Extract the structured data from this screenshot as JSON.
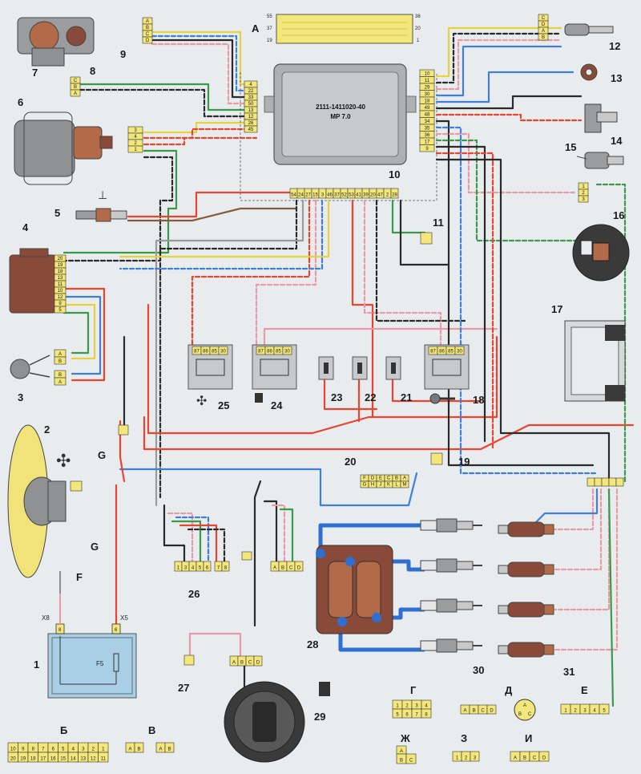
{
  "components": [
    {
      "id": "n1",
      "text": "1"
    },
    {
      "id": "n2",
      "text": "2"
    },
    {
      "id": "n3",
      "text": "3"
    },
    {
      "id": "n4",
      "text": "4"
    },
    {
      "id": "n5",
      "text": "5"
    },
    {
      "id": "n6",
      "text": "6"
    },
    {
      "id": "n7",
      "text": "7"
    },
    {
      "id": "n8",
      "text": "8"
    },
    {
      "id": "n9",
      "text": "9"
    },
    {
      "id": "n10",
      "text": "10"
    },
    {
      "id": "n11",
      "text": "11"
    },
    {
      "id": "n12",
      "text": "12"
    },
    {
      "id": "n13",
      "text": "13"
    },
    {
      "id": "n14",
      "text": "14"
    },
    {
      "id": "n15",
      "text": "15"
    },
    {
      "id": "n16",
      "text": "16"
    },
    {
      "id": "n17",
      "text": "17"
    },
    {
      "id": "n18",
      "text": "18"
    },
    {
      "id": "n19",
      "text": "19"
    },
    {
      "id": "n20",
      "text": "20"
    },
    {
      "id": "n21",
      "text": "21"
    },
    {
      "id": "n22",
      "text": "22"
    },
    {
      "id": "n23",
      "text": "23"
    },
    {
      "id": "n24",
      "text": "24"
    },
    {
      "id": "n25",
      "text": "25"
    },
    {
      "id": "n26",
      "text": "26"
    },
    {
      "id": "n27",
      "text": "27"
    },
    {
      "id": "n28",
      "text": "28"
    },
    {
      "id": "n29",
      "text": "29"
    },
    {
      "id": "n30",
      "text": "30"
    },
    {
      "id": "n31",
      "text": "31"
    }
  ],
  "ecu": {
    "part_number": "2111-1411020-40",
    "model": "MP 7.0",
    "connector_letter": "А",
    "pin_55": "55",
    "pin_37": "37",
    "pin_19": "19",
    "pin_38": "38",
    "pin_20": "20",
    "pin_1": "1"
  },
  "ecu_left_pins": [
    "4",
    "22",
    "33",
    "50",
    "13",
    "12",
    "26",
    "45"
  ],
  "ecu_right_pins": [
    "10",
    "11",
    "29",
    "30",
    "18",
    "49",
    "48",
    "34",
    "35",
    "36",
    "17",
    "9"
  ],
  "ecu_bottom_pins": [
    "54",
    "24",
    "27",
    "15",
    "3",
    "46",
    "37",
    "52",
    "53",
    "41",
    "39",
    "20",
    "47",
    "2",
    "28"
  ],
  "relay_pins": [
    "87",
    "86",
    "85",
    "30"
  ],
  "wire_labels": {
    "g_upper": "G",
    "g_lower": "G",
    "f": "F",
    "f5": "F5",
    "x8": "X8",
    "x5": "X5",
    "pin_x8": "8",
    "pin_x5": "6"
  },
  "connectors": {
    "c9": [
      "A",
      "B",
      "C",
      "D"
    ],
    "c8": [
      "C",
      "B",
      "A"
    ],
    "c6": [
      "3",
      "4",
      "2",
      "1"
    ],
    "c12": [
      "C",
      "D",
      "A",
      "B"
    ],
    "c15": [
      "1",
      "2",
      "3"
    ],
    "c4": [
      "20",
      "19",
      "18",
      "13",
      "11",
      "10",
      "12",
      "9",
      "5"
    ],
    "c3a": [
      "A",
      "B"
    ],
    "c3b": [
      "B",
      "A"
    ],
    "c20": [
      "F",
      "D",
      "E",
      "C",
      "B",
      "A",
      "G",
      "H",
      "J",
      "K",
      "L",
      "M"
    ],
    "c26": [
      "1",
      "3",
      "4",
      "5",
      "6",
      "7",
      "8"
    ],
    "c27": [
      "A",
      "B",
      "C",
      "D"
    ],
    "c29": [
      "A",
      "B",
      "C",
      "D"
    ]
  },
  "legend": {
    "b_label": "Б",
    "b_top": [
      "10",
      "9",
      "8",
      "7",
      "6",
      "5",
      "4",
      "3",
      "2",
      "1"
    ],
    "b_bottom": [
      "20",
      "19",
      "18",
      "17",
      "16",
      "15",
      "14",
      "13",
      "12",
      "11"
    ],
    "v_label": "В",
    "v_pins1": [
      "A",
      "B"
    ],
    "v_pins2": [
      "A",
      "B"
    ],
    "g_label": "Г",
    "g_top": [
      "1",
      "2",
      "3",
      "4"
    ],
    "g_bottom": [
      "5",
      "6",
      "7",
      "8"
    ],
    "d_label": "Д",
    "d_pins": [
      "A",
      "B",
      "C",
      "D"
    ],
    "d_round": [
      "A",
      "B",
      "C"
    ],
    "e_label": "Е",
    "e_pins": [
      "1",
      "2",
      "3",
      "4",
      "5"
    ],
    "zh_label": "Ж",
    "zh_pins": [
      "A",
      "B",
      "C"
    ],
    "z_label": "З",
    "z_pins": [
      "1",
      "2",
      "3"
    ],
    "i_label": "И",
    "i_pins": [
      "A",
      "B",
      "C",
      "D"
    ]
  },
  "colors": {
    "background": "#e9ecee",
    "connector": "#f3e67a",
    "component_brown": "#8a4a3a",
    "wire_red": "#e8452f",
    "wire_blue": "#3f7fd6",
    "wire_black": "#2a2a2a",
    "wire_green": "#3a9a4a",
    "wire_yellow": "#e6d23a",
    "wire_pink": "#e89aa5",
    "wire_grey": "#9a9a9a"
  }
}
